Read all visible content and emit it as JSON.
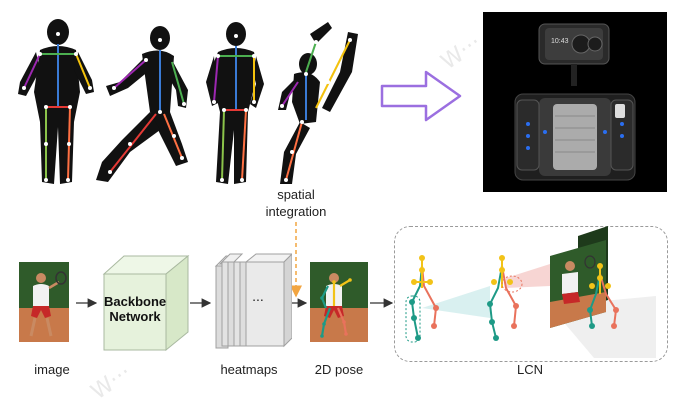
{
  "labels": {
    "spatial_integration": "spatial\nintegration",
    "image": "image",
    "heatmaps": "heatmaps",
    "pose_2d": "2D pose",
    "lcn": "LCN",
    "backbone": "Backbone\nNetwork",
    "ellipsis": "...",
    "phone_time": "10:43"
  },
  "colors": {
    "arrow_stroke": "#9b6fe0",
    "dash_arrow": "#f2a541",
    "teal": "#1e9a86",
    "yellow": "#f2c318",
    "salmon": "#e9725c",
    "device_bg": "#000000"
  }
}
